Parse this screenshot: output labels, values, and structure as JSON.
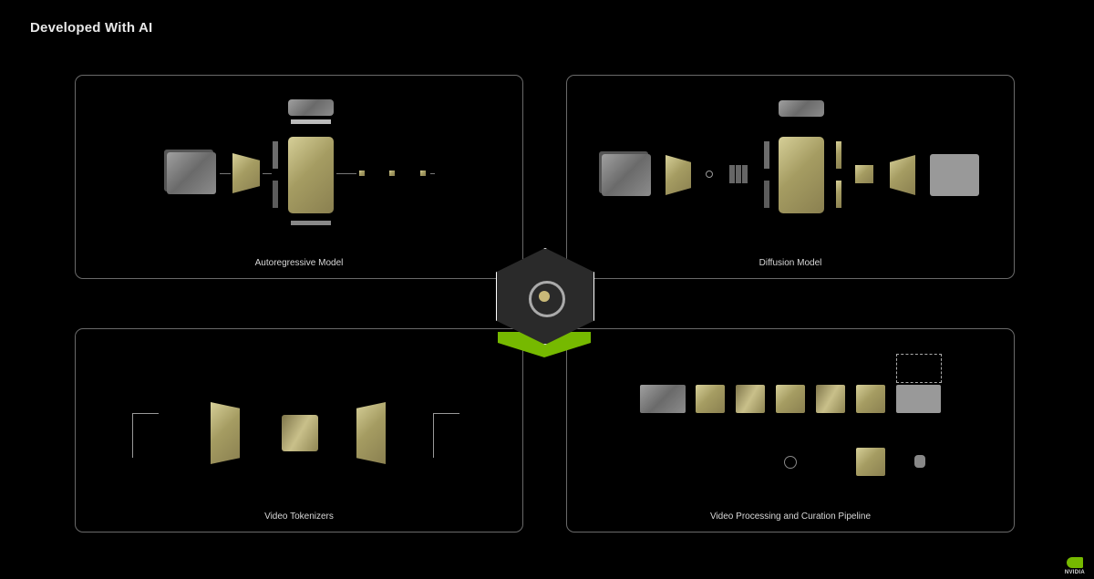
{
  "header": {
    "title": "Developed With AI"
  },
  "panels": [
    {
      "id": "autoregressive",
      "label": "Autoregressive Model"
    },
    {
      "id": "diffusion",
      "label": "Diffusion Model"
    },
    {
      "id": "tokenizers",
      "label": "Video Tokenizers"
    },
    {
      "id": "pipeline",
      "label": "Video Processing and Curation Pipeline"
    }
  ],
  "center_icon": {
    "name": "galaxy-cube-icon",
    "base_color": "#76b900"
  },
  "brand": {
    "logo_text": "NVIDIA",
    "accent": "#76b900"
  },
  "colors": {
    "background": "#000000",
    "panel_border": "#6a6a6a",
    "gold": "#b8ae74",
    "silver": "#8c8c8c"
  }
}
